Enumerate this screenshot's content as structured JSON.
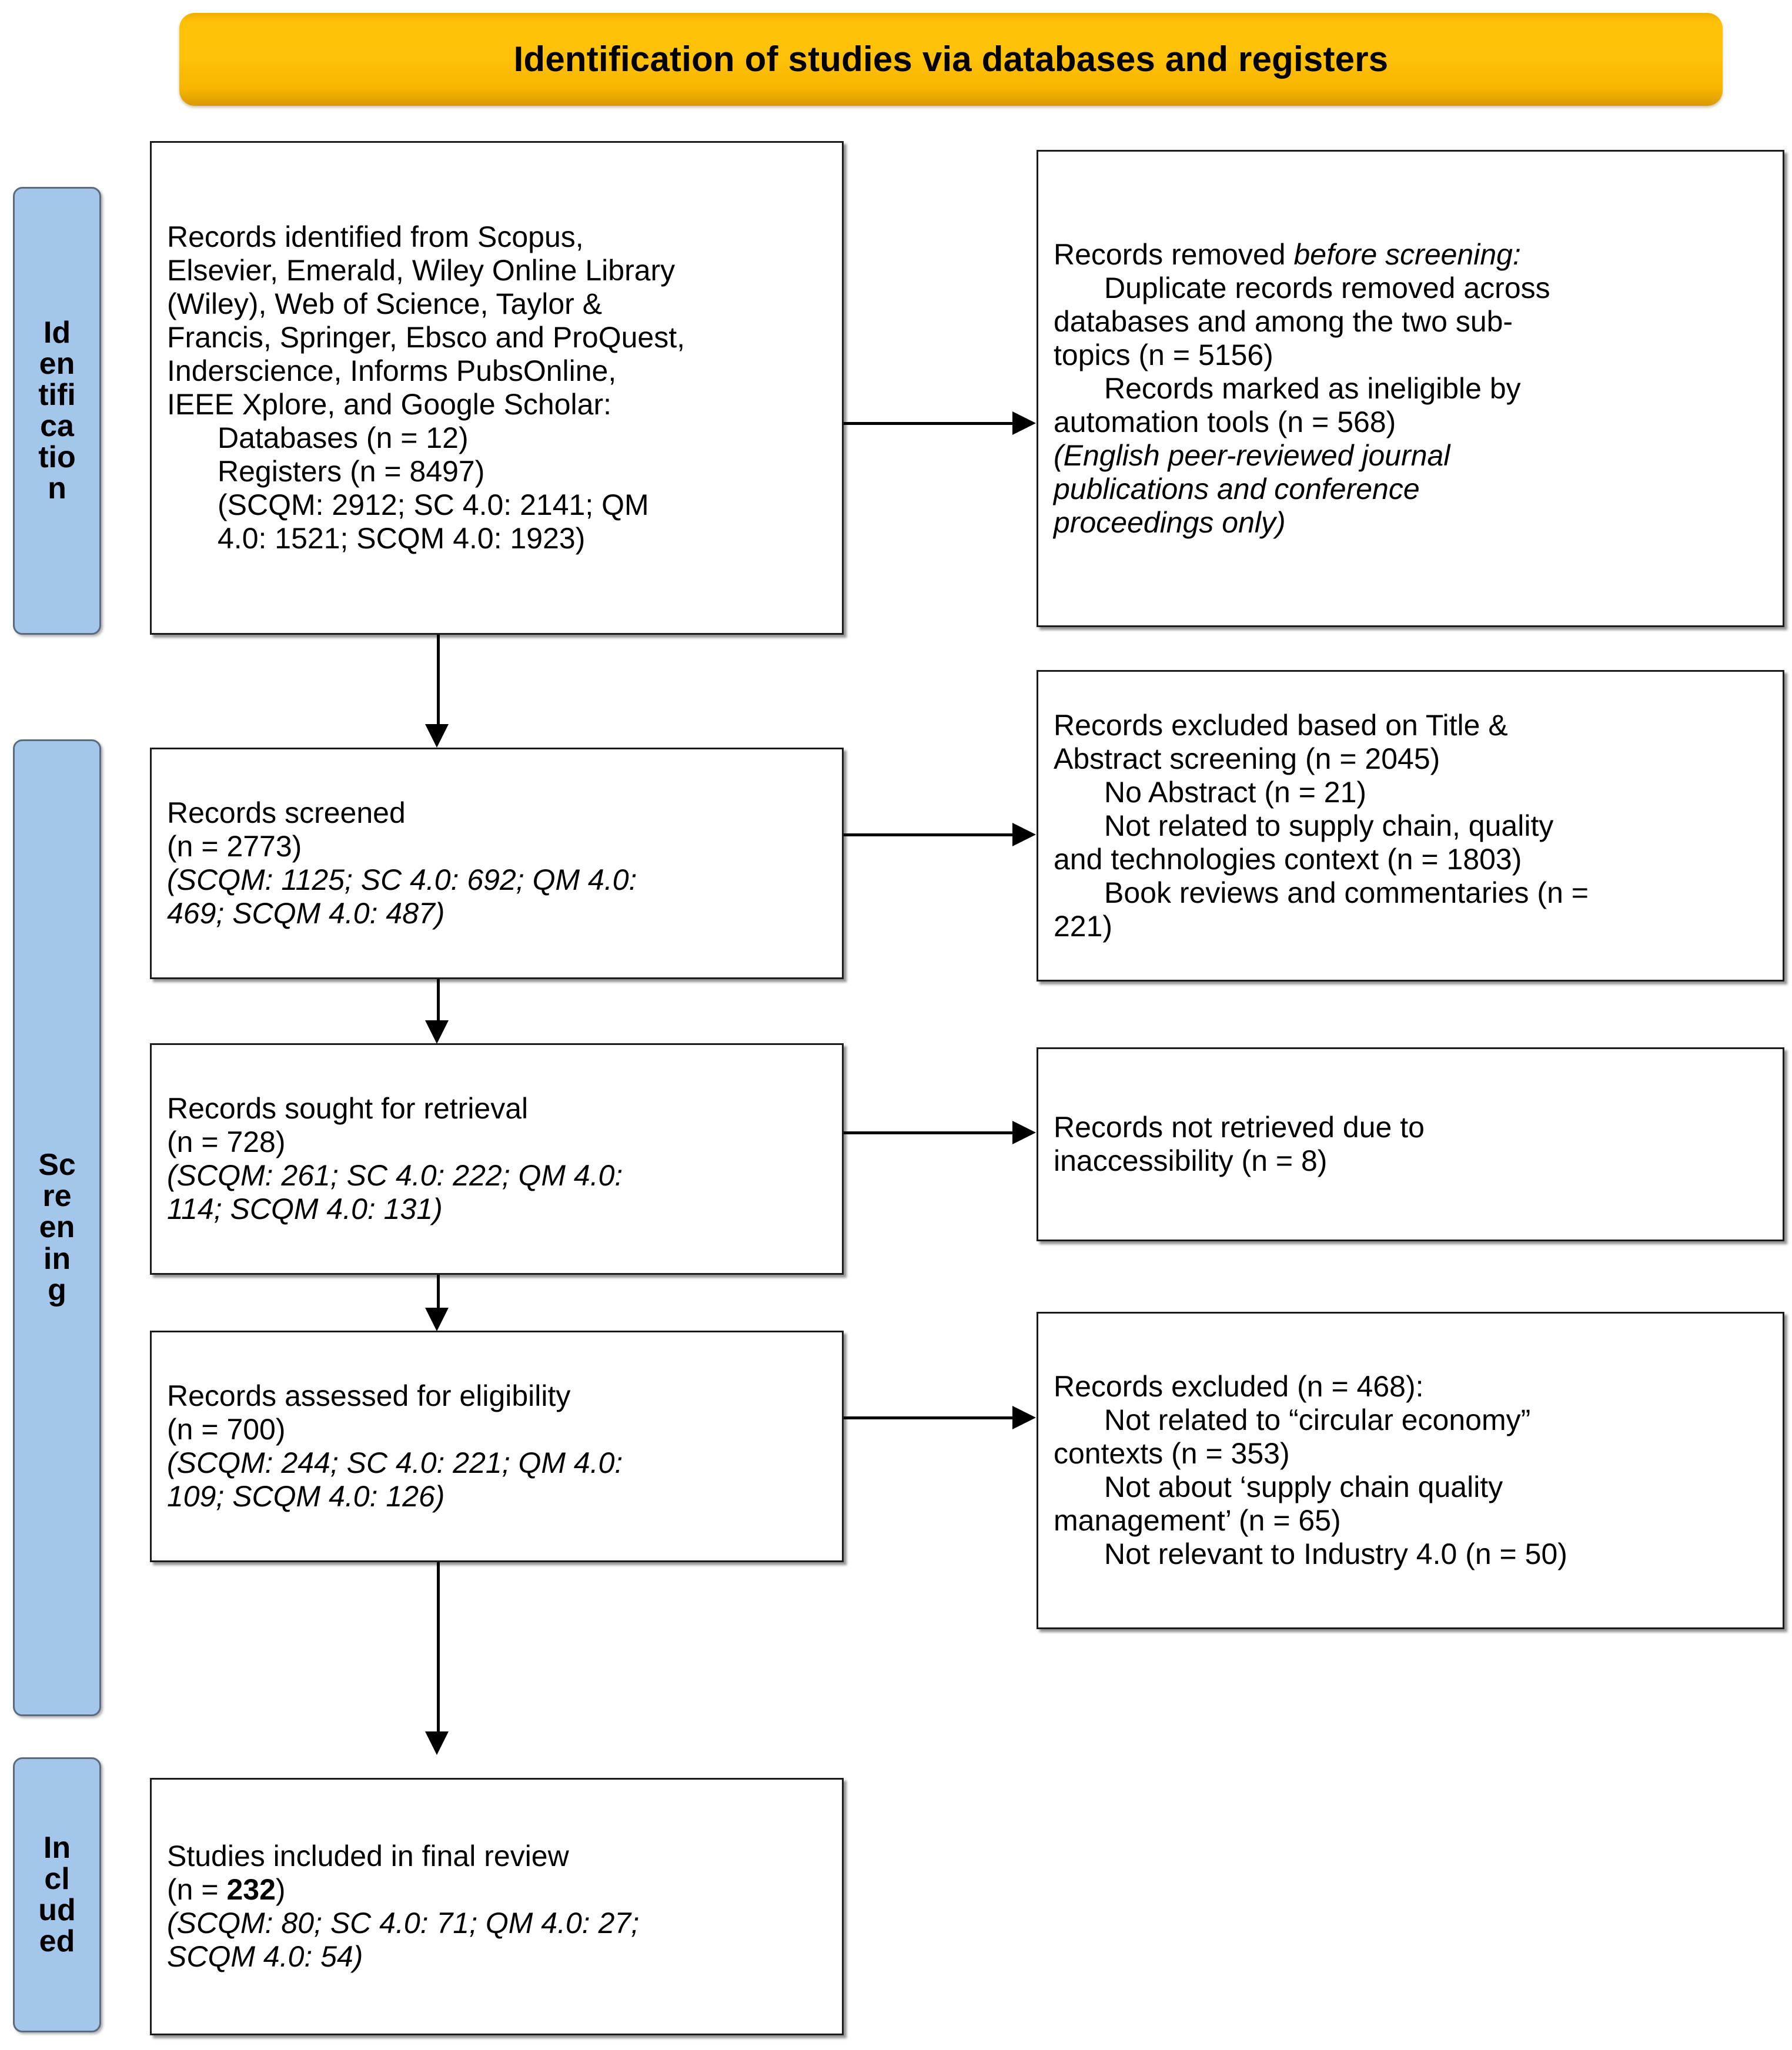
{
  "banner": {
    "title": "Identification of studies via databases and registers"
  },
  "stages": [
    {
      "name": "identification",
      "label": "Identification"
    },
    {
      "name": "screening",
      "label": "Screening"
    },
    {
      "name": "included",
      "label": "Included"
    }
  ],
  "boxes": {
    "identified": {
      "lines": [
        {
          "text": "Records identified from Scopus,",
          "style": "normal",
          "indent": false
        },
        {
          "text": "Elsevier, Emerald, Wiley Online Library",
          "style": "normal",
          "indent": false
        },
        {
          "text": "(Wiley), Web of Science, Taylor &",
          "style": "normal",
          "indent": false
        },
        {
          "text": "Francis, Springer, Ebsco and ProQuest,",
          "style": "normal",
          "indent": false
        },
        {
          "text": "Inderscience, Informs PubsOnline,",
          "style": "normal",
          "indent": false
        },
        {
          "text": "IEEE Xplore, and Google Scholar:",
          "style": "normal",
          "indent": false
        },
        {
          "text": "Databases (n = 12)",
          "style": "normal",
          "indent": true
        },
        {
          "text": "Registers (n = 8497)",
          "style": "normal",
          "indent": true
        },
        {
          "text": "(SCQM: 2912; SC 4.0: 2141; QM",
          "style": "normal",
          "indent": true
        },
        {
          "text": "4.0: 1521; SCQM 4.0: 1923)",
          "style": "normal",
          "indent": true
        }
      ]
    },
    "removed_before_screening": {
      "lines": [
        {
          "text": "Records removed ",
          "style": "normal",
          "indent": false,
          "tail": "before screening:",
          "tail_style": "italic"
        },
        {
          "text": "Duplicate records removed across",
          "style": "normal",
          "indent": true
        },
        {
          "text": "databases and among the two sub-",
          "style": "normal",
          "indent": false
        },
        {
          "text": "topics (n = 5156)",
          "style": "normal",
          "indent": false
        },
        {
          "text": "Records marked as ineligible by",
          "style": "normal",
          "indent": true
        },
        {
          "text": "automation tools (n = 568)",
          "style": "normal",
          "indent": false
        },
        {
          "text": "(English peer-reviewed journal",
          "style": "italic",
          "indent": false
        },
        {
          "text": "publications and conference",
          "style": "italic",
          "indent": false
        },
        {
          "text": "proceedings only)",
          "style": "italic",
          "indent": false
        }
      ]
    },
    "screened": {
      "lines": [
        {
          "text": "Records screened",
          "style": "normal",
          "indent": false
        },
        {
          "text": "(n = 2773)",
          "style": "normal",
          "indent": false
        },
        {
          "text": "(SCQM: 1125; SC 4.0: 692; QM 4.0:",
          "style": "italic",
          "indent": false
        },
        {
          "text": "469; SCQM 4.0: 487)",
          "style": "italic",
          "indent": false
        }
      ]
    },
    "excluded_title_abstract": {
      "lines": [
        {
          "text": "Records excluded based on Title &",
          "style": "normal",
          "indent": false
        },
        {
          "text": "Abstract screening (n = 2045)",
          "style": "normal",
          "indent": false
        },
        {
          "text": "No Abstract (n = 21)",
          "style": "normal",
          "indent": true
        },
        {
          "text": "Not related to supply chain, quality",
          "style": "normal",
          "indent": true
        },
        {
          "text": "and technologies context (n = 1803)",
          "style": "normal",
          "indent": false
        },
        {
          "text": "Book reviews and commentaries (n =",
          "style": "normal",
          "indent": true
        },
        {
          "text": "221)",
          "style": "normal",
          "indent": false
        }
      ]
    },
    "sought_retrieval": {
      "lines": [
        {
          "text": "Records sought for retrieval",
          "style": "normal",
          "indent": false
        },
        {
          "text": "(n = 728)",
          "style": "normal",
          "indent": false
        },
        {
          "text": "(SCQM: 261; SC 4.0: 222; QM 4.0:",
          "style": "italic",
          "indent": false
        },
        {
          "text": "114; SCQM 4.0: 131)",
          "style": "italic",
          "indent": false
        }
      ]
    },
    "not_retrieved": {
      "lines": [
        {
          "text": "Records not retrieved due to",
          "style": "normal",
          "indent": false
        },
        {
          "text": "inaccessibility (n = 8)",
          "style": "normal",
          "indent": false
        }
      ]
    },
    "assessed_eligibility": {
      "lines": [
        {
          "text": "Records assessed for eligibility",
          "style": "normal",
          "indent": false
        },
        {
          "text": "(n = 700)",
          "style": "normal",
          "indent": false
        },
        {
          "text": "(SCQM: 244; SC 4.0: 221; QM 4.0:",
          "style": "italic",
          "indent": false
        },
        {
          "text": "109; SCQM 4.0: 126)",
          "style": "italic",
          "indent": false
        }
      ]
    },
    "excluded_eligibility": {
      "lines": [
        {
          "text": "Records excluded (n = 468):",
          "style": "normal",
          "indent": false
        },
        {
          "text": "Not related to “circular economy”",
          "style": "normal",
          "indent": true
        },
        {
          "text": "contexts (n = 353)",
          "style": "normal",
          "indent": false
        },
        {
          "text": "Not about ‘supply chain quality",
          "style": "normal",
          "indent": true
        },
        {
          "text": "management’ (n = 65)",
          "style": "normal",
          "indent": false
        },
        {
          "text": "Not relevant to Industry 4.0 (n = 50)",
          "style": "normal",
          "indent": true
        }
      ]
    },
    "included_final": {
      "lines": [
        {
          "text": "Studies included in final review",
          "style": "normal",
          "indent": false
        },
        {
          "text": "(n = ",
          "style": "normal",
          "indent": false,
          "tail": "232",
          "tail_style": "bold",
          "tail2": ")"
        },
        {
          "text": "(SCQM: 80; SC 4.0: 71; QM 4.0: 27;",
          "style": "italic",
          "indent": false
        },
        {
          "text": "SCQM 4.0: 54)",
          "style": "italic",
          "indent": false
        }
      ]
    }
  },
  "colors": {
    "banner_fill": "#FFC20A",
    "stage_fill": "#A4C6EA",
    "box_border": "#1B1B1B",
    "connector": "#000000",
    "text": "#000000"
  }
}
